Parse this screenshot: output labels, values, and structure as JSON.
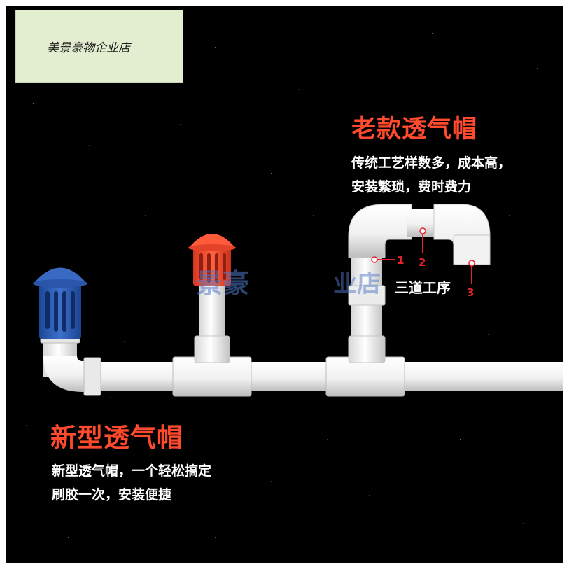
{
  "watermark": {
    "text": "美景豪物企业店"
  },
  "old_cap": {
    "title": "老款透气帽",
    "desc_lines": [
      "传统工艺样数多，成本高，",
      "安装繁琐，费时费力"
    ]
  },
  "new_cap": {
    "title": "新型透气帽",
    "desc_lines": [
      "新型透气帽，一个轻松搞定",
      "刷胶一次，安装便捷"
    ]
  },
  "callouts": {
    "n1": "1",
    "n2": "2",
    "n3": "3",
    "step_text": "三道工序"
  },
  "overlay_fragments": {
    "left": "景豪",
    "right": "业店"
  },
  "colors": {
    "background": "#000000",
    "title_red": "#ff4a2e",
    "callout_red": "#e8212b",
    "pipe_white": "#f4f4f4",
    "cap_blue": "#2f5fb8",
    "cap_red": "#f0492f",
    "watermark_bg": "#e3edcf"
  }
}
